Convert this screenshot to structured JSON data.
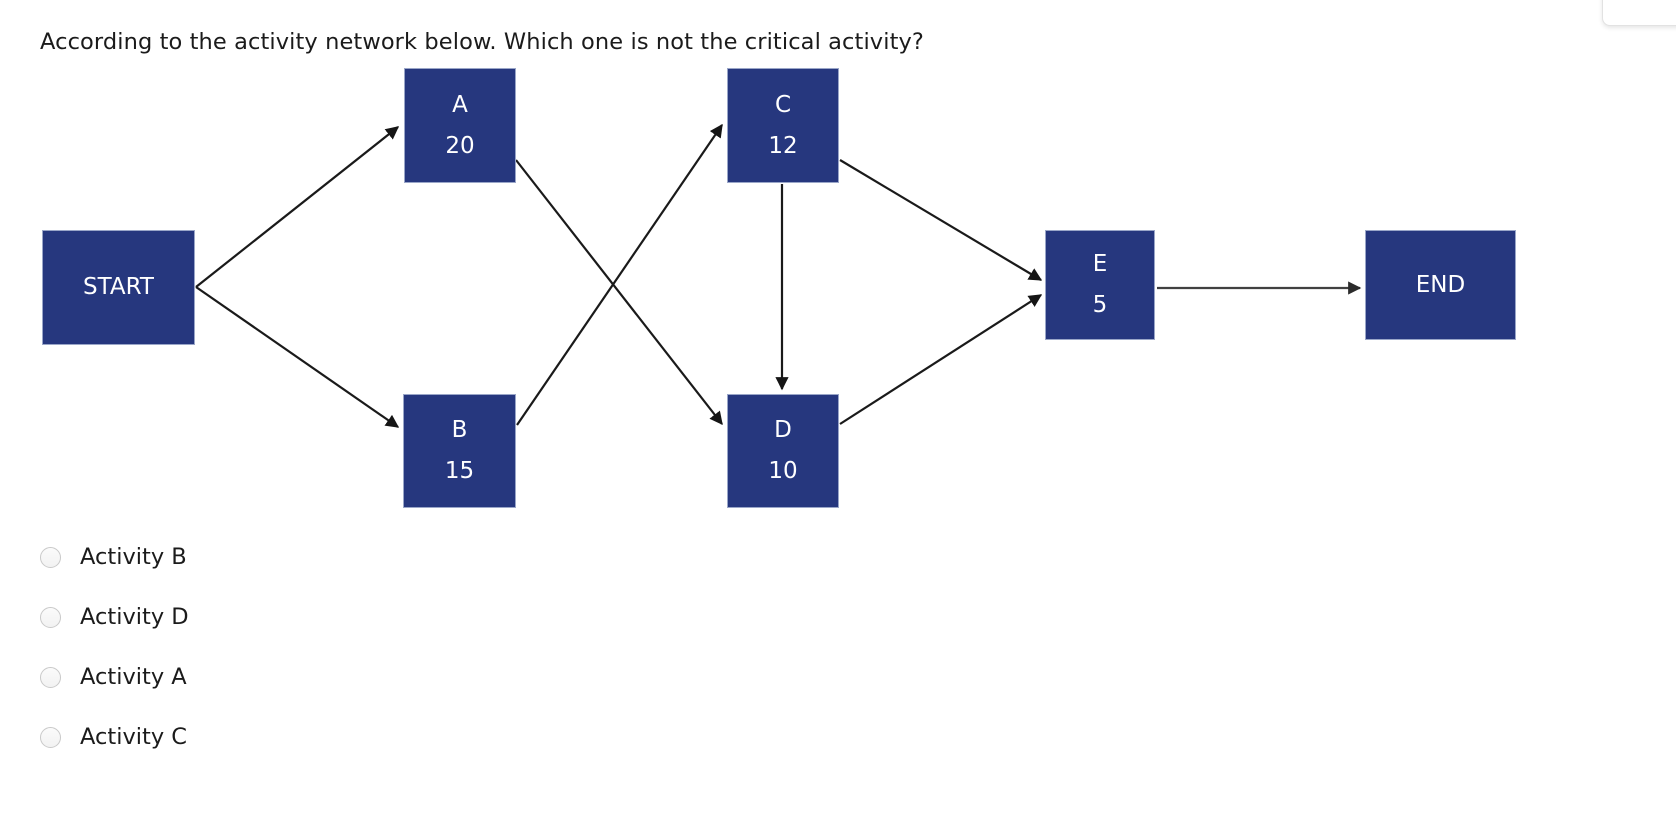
{
  "question": {
    "text": "According to the activity network below. Which one is not the critical activity?"
  },
  "diagram": {
    "type": "activity-network",
    "node_fill_color": "#26377e",
    "node_text_color": "#ffffff",
    "edge_color": "#1a1a1a",
    "nodes": [
      {
        "id": "start",
        "label": "START",
        "duration": ""
      },
      {
        "id": "a",
        "label": "A",
        "duration": "20"
      },
      {
        "id": "c",
        "label": "C",
        "duration": "12"
      },
      {
        "id": "b",
        "label": "B",
        "duration": "15"
      },
      {
        "id": "d",
        "label": "D",
        "duration": "10"
      },
      {
        "id": "e",
        "label": "E",
        "duration": "5"
      },
      {
        "id": "end",
        "label": "END",
        "duration": ""
      }
    ],
    "edges": [
      {
        "from": "start",
        "to": "a"
      },
      {
        "from": "start",
        "to": "b"
      },
      {
        "from": "a",
        "to": "d"
      },
      {
        "from": "b",
        "to": "c"
      },
      {
        "from": "c",
        "to": "d"
      },
      {
        "from": "c",
        "to": "e"
      },
      {
        "from": "d",
        "to": "e"
      },
      {
        "from": "e",
        "to": "end"
      }
    ]
  },
  "options": [
    {
      "label": "Activity B",
      "selected": false
    },
    {
      "label": "Activity D",
      "selected": false
    },
    {
      "label": "Activity A",
      "selected": false
    },
    {
      "label": "Activity C",
      "selected": false
    }
  ]
}
